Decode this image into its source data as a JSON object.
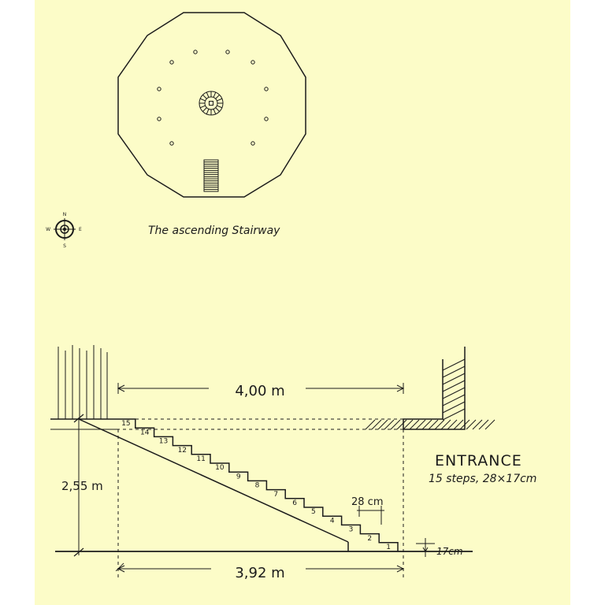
{
  "plan": {
    "caption": "The ascending Stairway",
    "compass": {
      "north": "N",
      "east": "E",
      "south": "S",
      "west": "W"
    }
  },
  "section": {
    "width_top_label": "4,00 m",
    "width_bottom_label": "3,92 m",
    "height_label": "2,55 m",
    "tread_label": "28 cm",
    "riser_label": "17cm",
    "title": "ENTRANCE",
    "subtitle": "15 steps, 28×17cm",
    "step_numbers": [
      "1",
      "2",
      "3",
      "4",
      "5",
      "6",
      "7",
      "8",
      "9",
      "10",
      "11",
      "12",
      "13",
      "14",
      "15"
    ]
  },
  "colors": {
    "paper": "#fcfcc8",
    "ink": "#1b1b1b"
  }
}
